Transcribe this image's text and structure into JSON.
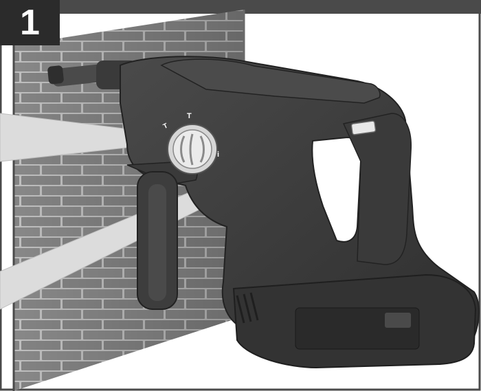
{
  "step": {
    "number": "1"
  },
  "selector_marks": {
    "top": "T",
    "upper_left": "T",
    "right": "i"
  },
  "colors": {
    "border": "#4a4a4a",
    "badge": "#2b2b2b",
    "brick": "#8c8c8c",
    "mortar": "#c9c9c9",
    "tool_body": "#3e3e3e",
    "tool_shadow": "#2a2a2a",
    "callout": "#d9d9d9"
  }
}
